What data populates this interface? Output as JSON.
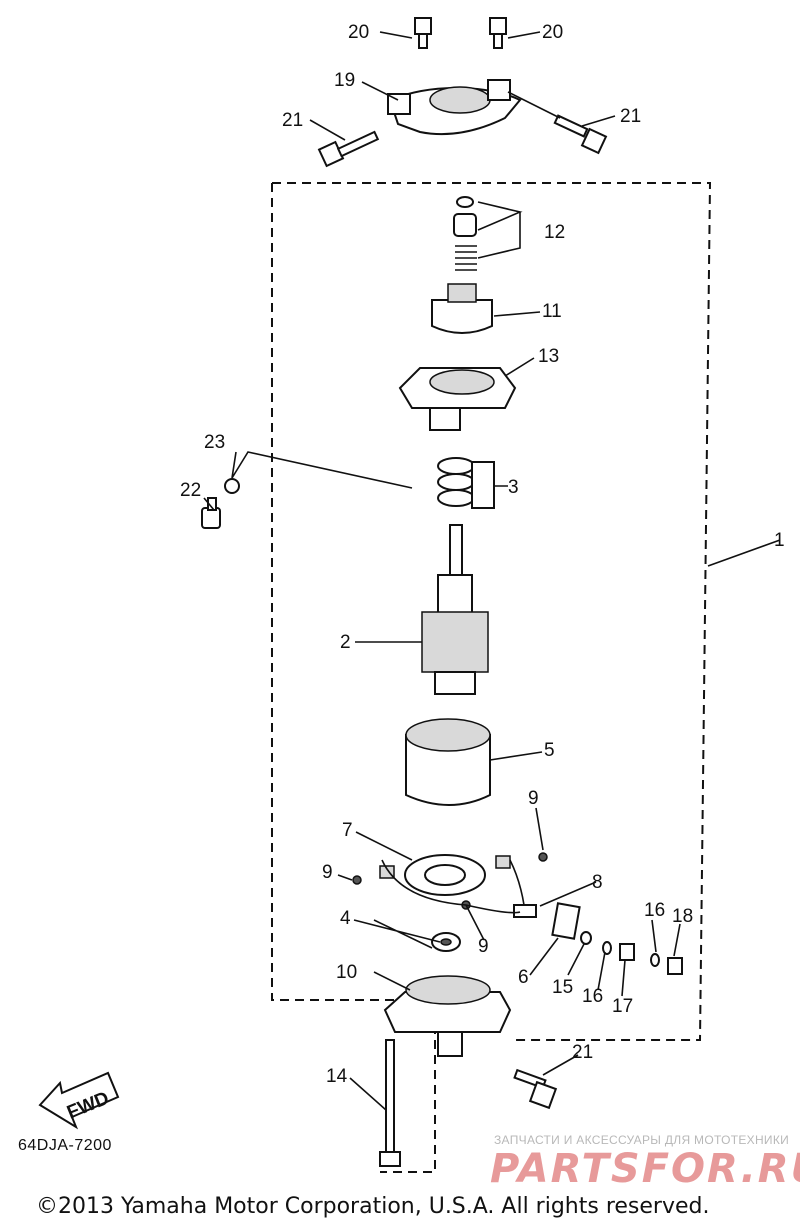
{
  "callouts": [
    "1",
    "2",
    "3",
    "4",
    "5",
    "6",
    "7",
    "8",
    "9",
    "9",
    "9",
    "10",
    "11",
    "12",
    "13",
    "14",
    "15",
    "16",
    "16",
    "17",
    "18",
    "19",
    "20",
    "20",
    "21",
    "21",
    "21",
    "22",
    "23"
  ],
  "fwd_label": "FWD",
  "diagram_code": "64DJA-7200",
  "watermark": {
    "text": "ЗАПЧАСТИ И АКСЕССУАРЫ ДЛЯ МОТОТЕХНИКИ",
    "logo": "PARTSFOR.RU"
  },
  "copyright": "©2013 Yamaha Motor Corporation, U.S.A. All rights reserved."
}
